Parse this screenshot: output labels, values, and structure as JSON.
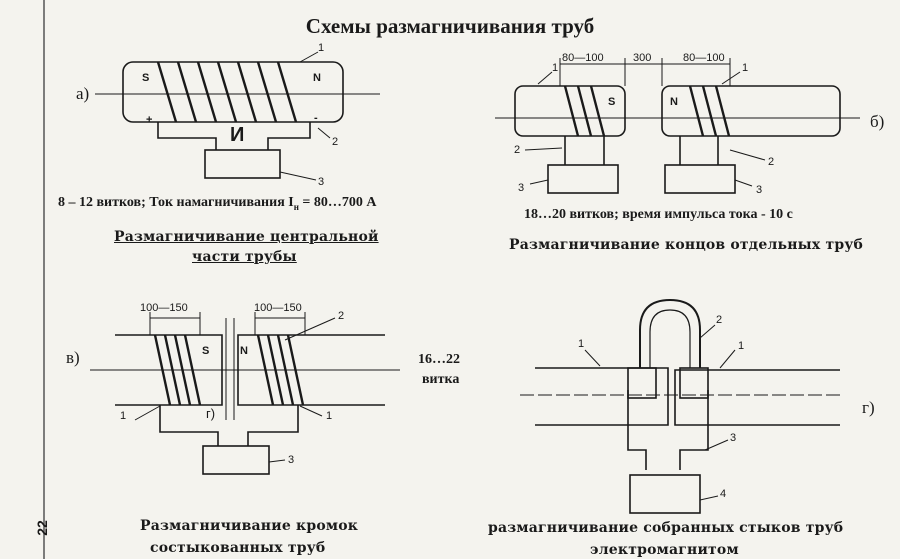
{
  "title": "Схемы размагничивания труб",
  "page_number": "22",
  "panel_a": {
    "label": "а)",
    "pole_s": "S",
    "pole_n": "N",
    "plus": "+",
    "minus": "-",
    "source": "И",
    "callouts": [
      "1",
      "2",
      "3"
    ],
    "spec": "8 – 12 витков; Ток намагничивания I",
    "spec_sub": "н",
    "spec_tail": " = 80…700 А",
    "caption_line1": "Размагничивание центральной",
    "caption_line2": "части трубы"
  },
  "panel_b": {
    "label": "б)",
    "dim_left": "80—100",
    "dim_mid": "300",
    "dim_right": "80—100",
    "pole_s": "S",
    "pole_n": "N",
    "callouts": [
      "1",
      "1",
      "2",
      "2",
      "3",
      "3"
    ],
    "spec": "18…20 витков;  время импульса тока - 10 с",
    "caption": "Размагничивание концов отдельных труб"
  },
  "panel_v": {
    "label": "в)",
    "dim_left": "100—150",
    "dim_right": "100—150",
    "pole_s": "S",
    "pole_n": "N",
    "gap_label": "г)",
    "turns_line1": "16…22",
    "turns_line2": "витка",
    "callouts": [
      "1",
      "1",
      "2",
      "3"
    ],
    "caption_line1": "Размагничивание кромок",
    "caption_line2": "состыкованных труб"
  },
  "panel_g": {
    "label": "г)",
    "callouts": [
      "1",
      "1",
      "2",
      "3",
      "4"
    ],
    "caption_line1": "размагничивание собранных стыков труб",
    "caption_line2": "электромагнитом"
  },
  "colors": {
    "ink": "#1a1a1a",
    "paper": "#f4f3ee"
  }
}
